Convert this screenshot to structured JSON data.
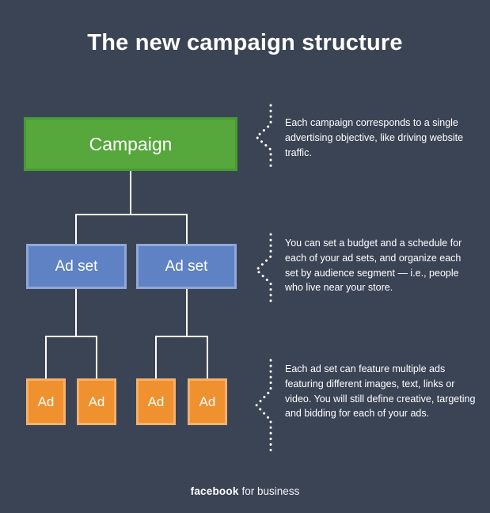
{
  "title": "The new campaign structure",
  "nodes": {
    "campaign": {
      "label": "Campaign"
    },
    "adset": {
      "label": "Ad set"
    },
    "ad": {
      "label": "Ad"
    }
  },
  "annotations": [
    {
      "text": "Each campaign corresponds to a single advertising objective, like driving website traffic."
    },
    {
      "text": "You can set a budget and a schedule for each of your ad sets, and organize each set by audience segment — i.e., people who live near your store."
    },
    {
      "text": "Each ad set can feature multiple ads featuring different images, text, links or video. You will still define creative, targeting and bidding for each of your ads."
    }
  ],
  "footer": {
    "brand": "facebook",
    "suffix": "for business"
  },
  "colors": {
    "background": "#3b4455",
    "campaign-fill": "#56a73c",
    "campaign-border": "#469b31",
    "adset-fill": "#5e82c3",
    "adset-border": "#8fa8d8",
    "ad-fill": "#f0912f",
    "ad-border": "#f6b06a",
    "line": "#ffffff",
    "text": "#ffffff"
  }
}
